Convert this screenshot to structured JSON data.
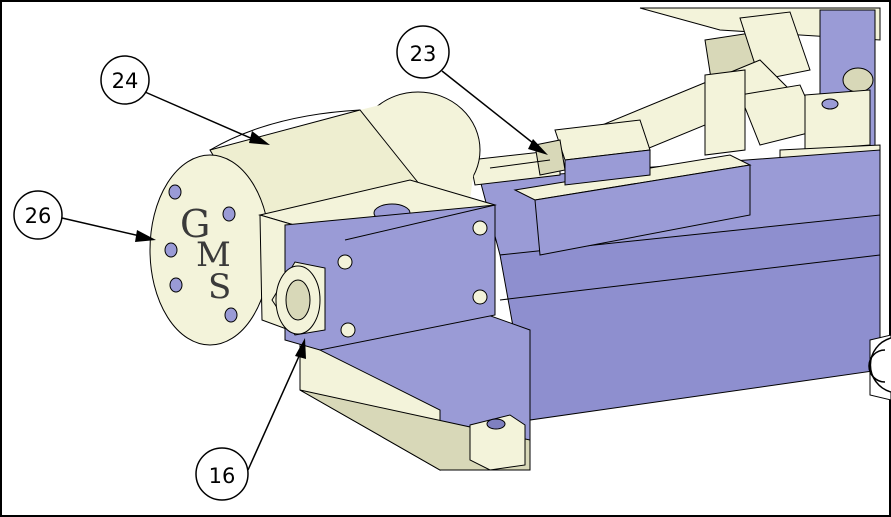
{
  "drawing": {
    "callouts": [
      {
        "label": "24"
      },
      {
        "label": "23"
      },
      {
        "label": "26"
      },
      {
        "label": "16"
      }
    ],
    "partial_callout_label": "",
    "logo": {
      "letters": [
        "G",
        "M",
        "S"
      ]
    },
    "colors": {
      "background": "#ffffff",
      "body_blue": "#9a9bd6",
      "body_blue_dark": "#7f80c0",
      "cream": "#f3f3da",
      "cream_shadow": "#d8d8b8",
      "outline": "#000000"
    }
  }
}
